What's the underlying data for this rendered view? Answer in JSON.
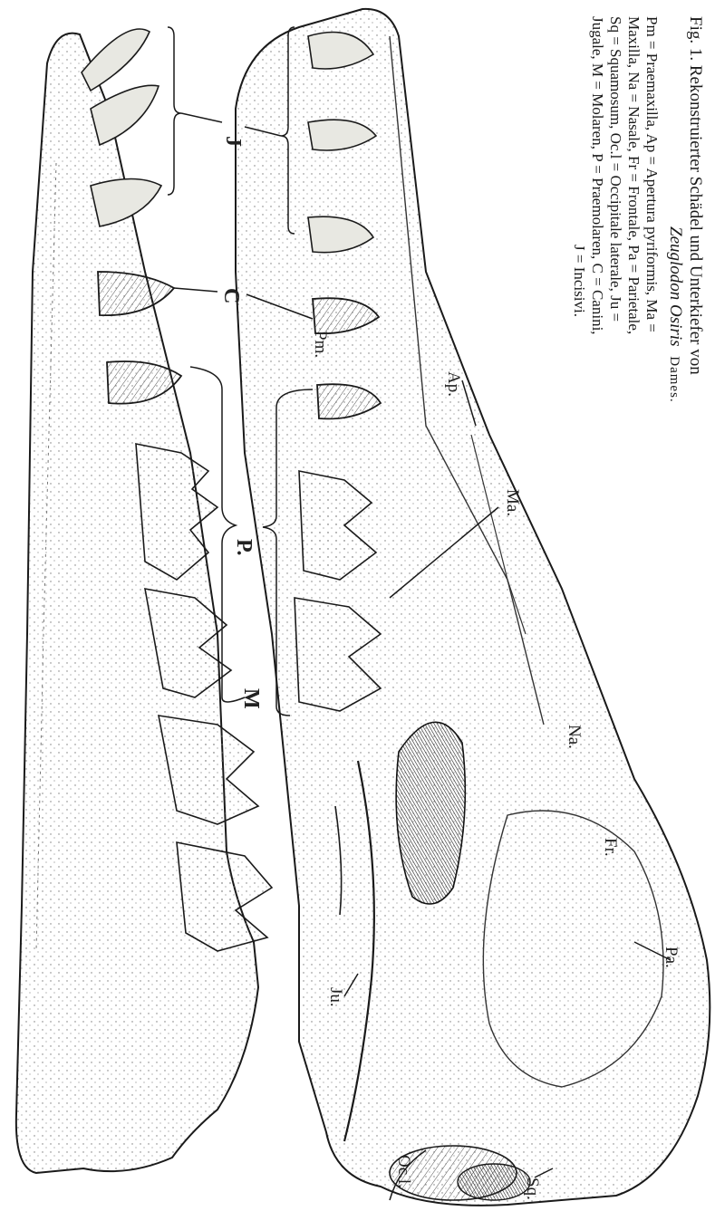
{
  "caption": {
    "title_prefix": "Fig. 1.  Rekonstruierter Schädel und Unterkiefer von",
    "species": "Zeuglodon Osiris",
    "author": "Dames.",
    "legend_lines": [
      "Pm = Praemaxilla, Ap = Apertura pyriformis, Ma =",
      "Maxilla, Na = Nasale, Fr = Frontale, Pa = Parietale,",
      "Sq = Squamosum, Oc.l = Occipitale laterale, Ju =",
      "Jugale, M = Molaren, P = Praemolaren, C = Canini,",
      "J = Incisivi."
    ]
  },
  "labels": {
    "pm": "Pm.",
    "ap": "Ap.",
    "ma": "Ma.",
    "na": "Na.",
    "fr": "Fr.",
    "pa": "Pa.",
    "ju": "Ju.",
    "sq": "Sq.",
    "ocl": "Oc.l.",
    "j": "J",
    "c": "C",
    "p": "P.",
    "m": "M"
  },
  "colors": {
    "ink": "#1a1a1a",
    "bone": "#f4f4f0",
    "shade": "#555555"
  }
}
